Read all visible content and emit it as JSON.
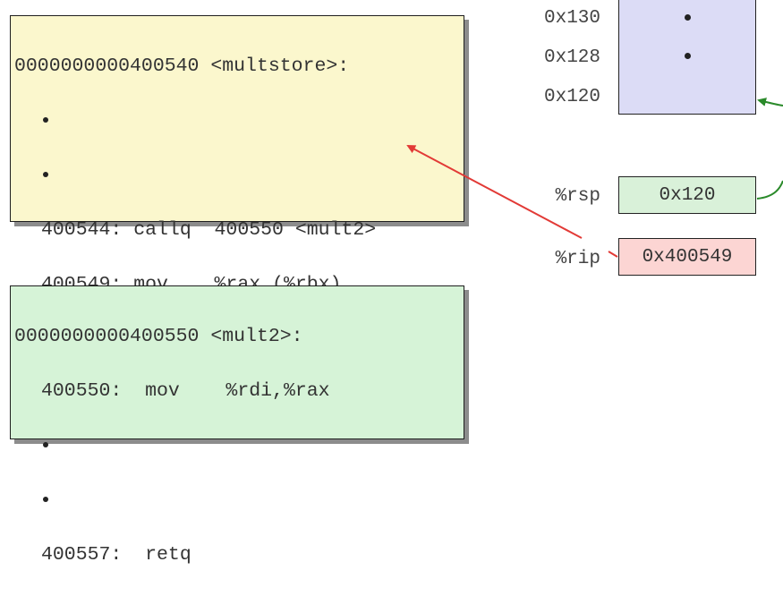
{
  "multstore": {
    "header": "0000000000400540 <multstore>:",
    "line1": "400544: callq  400550 <mult2>",
    "line2": "400549: mov    %rax,(%rbx)"
  },
  "mult2": {
    "header": "0000000000400550 <mult2>:",
    "line1": "400550:  mov    %rdi,%rax",
    "line2": "400557:  retq"
  },
  "stack": {
    "addresses": [
      "0x130",
      "0x128",
      "0x120"
    ]
  },
  "registers": {
    "rsp": {
      "label": "%rsp",
      "value": "0x120"
    },
    "rip": {
      "label": "%rip",
      "value": "0x400549"
    }
  },
  "colors": {
    "code_multstore_bg": "#fbf7cd",
    "code_mult2_bg": "#d6f3d7",
    "stack_bg": "#dcdcf6",
    "rsp_bg": "#d9f1d9",
    "rip_bg": "#fcd5d3",
    "rip_arrow": "#e23a36",
    "rsp_arrow": "#2a8a2a"
  }
}
